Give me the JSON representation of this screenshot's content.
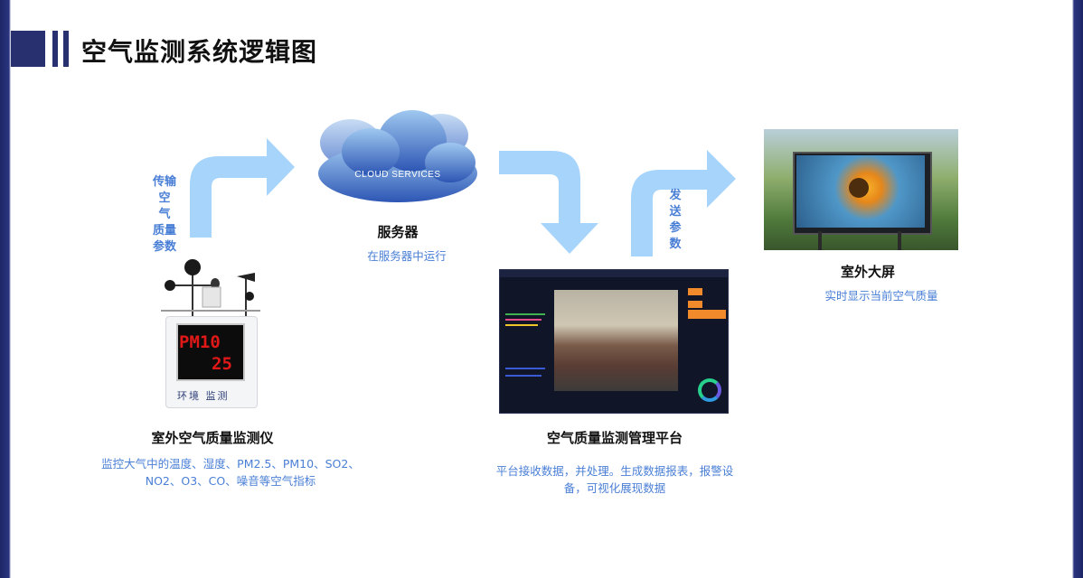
{
  "header": {
    "title": "空气监测系统逻辑图"
  },
  "flow_labels": {
    "transmit": [
      "传",
      "输",
      "空",
      "气",
      "质",
      "量",
      "参",
      "数"
    ],
    "send": [
      "发",
      "送",
      "参",
      "数"
    ]
  },
  "nodes": {
    "device": {
      "title": "室外空气质量监测仪",
      "desc_line1": "监控大气中的温度、湿度、PM2.5、PM10、SO2、",
      "desc_line2": "NO2、O3、CO、噪音等空气指标",
      "screen_line1": "PM10",
      "screen_line2": "25",
      "brand": "环境  监测"
    },
    "server": {
      "title": "服务器",
      "desc": "在服务器中运行",
      "cloud_text": "CLOUD SERVICES"
    },
    "platform": {
      "title": "空气质量监测管理平台",
      "desc_line1": "平台接收数据，并处理。生成数据报表，报警设",
      "desc_line2": "备，可视化展现数据"
    },
    "outdoor": {
      "title": "室外大屏",
      "desc": "实时显示当前空气质量"
    }
  },
  "colors": {
    "arrow": "#a7d4fb",
    "accent_text": "#4a7fd6",
    "header": "#28306f"
  }
}
